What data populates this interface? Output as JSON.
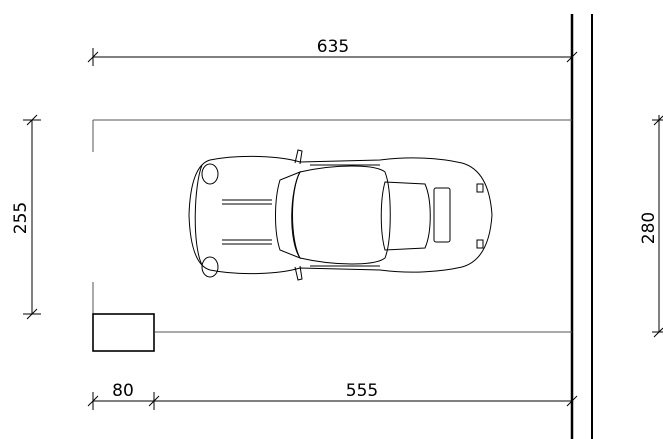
{
  "dimensions": {
    "top_total": "635",
    "left_height": "255",
    "right_height": "280",
    "bottom_small": "80",
    "bottom_large": "555"
  }
}
